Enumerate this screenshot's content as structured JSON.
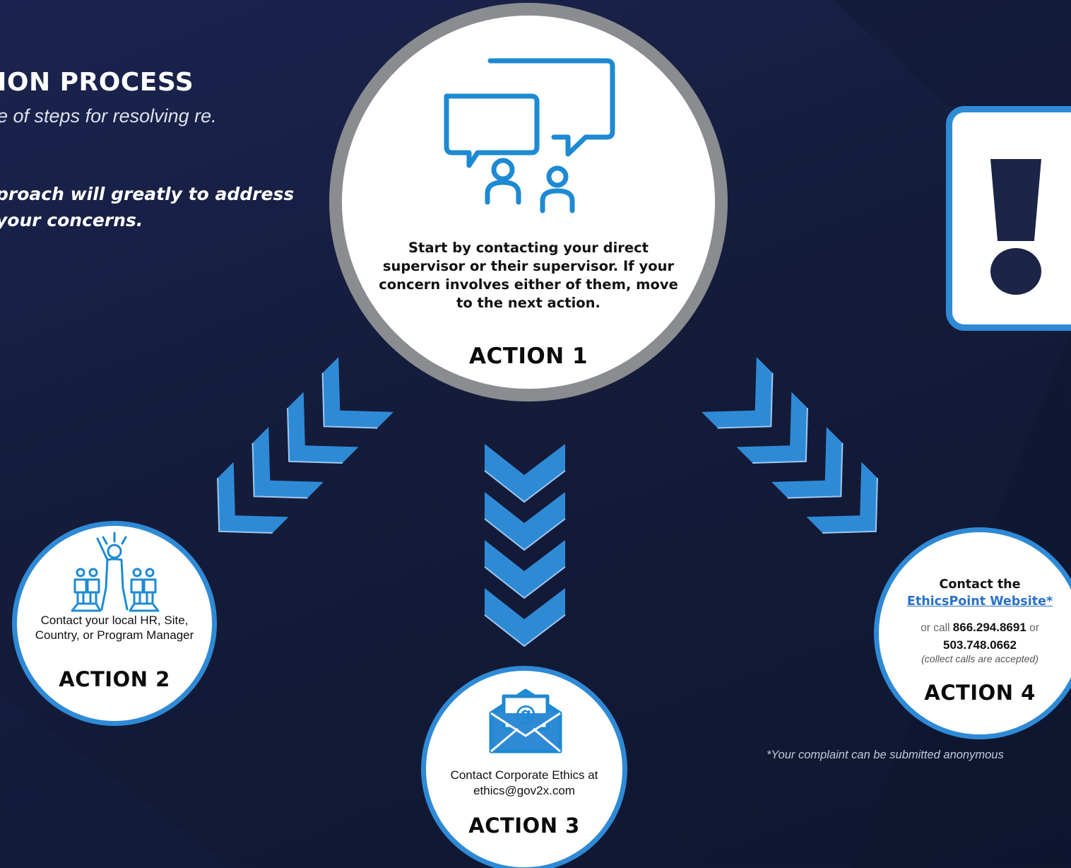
{
  "colors": {
    "background": "#161e3f",
    "accent_blue": "#2f8ad6",
    "ring_gray": "#8b8c90",
    "link_blue": "#2a72c6",
    "dark_navy": "#1c2447"
  },
  "intro": {
    "title": "ION PROCESS",
    "subtitle": "e of steps for resolving re.",
    "emphasis": "proach will greatly to address your concerns."
  },
  "action1": {
    "icon": "two-speech-bubbles-people-icon",
    "text": "Start by contacting your direct supervisor or their supervisor. If your concern involves either of them, move to the next action.",
    "label": "ACTION 1"
  },
  "action2": {
    "icon": "person-raising-hand-in-group-icon",
    "text": "Contact your local HR, Site, Country, or Program Manager",
    "label": "ACTION 2"
  },
  "action3": {
    "icon": "email-envelope-at-icon",
    "text": "Contact Corporate Ethics at ethics@gov2x.com",
    "label": "ACTION 3"
  },
  "action4": {
    "heading": "Contact the",
    "link": "EthicsPoint Website*",
    "call_prefix": "or call",
    "phone1": "866.294.8691",
    "call_or": "or",
    "phone2": "503.748.0662",
    "note": "(collect calls are accepted)",
    "label": "ACTION 4"
  },
  "footnote": "*Your complaint can be submitted anonymous",
  "alert_icon": "exclamation-icon"
}
